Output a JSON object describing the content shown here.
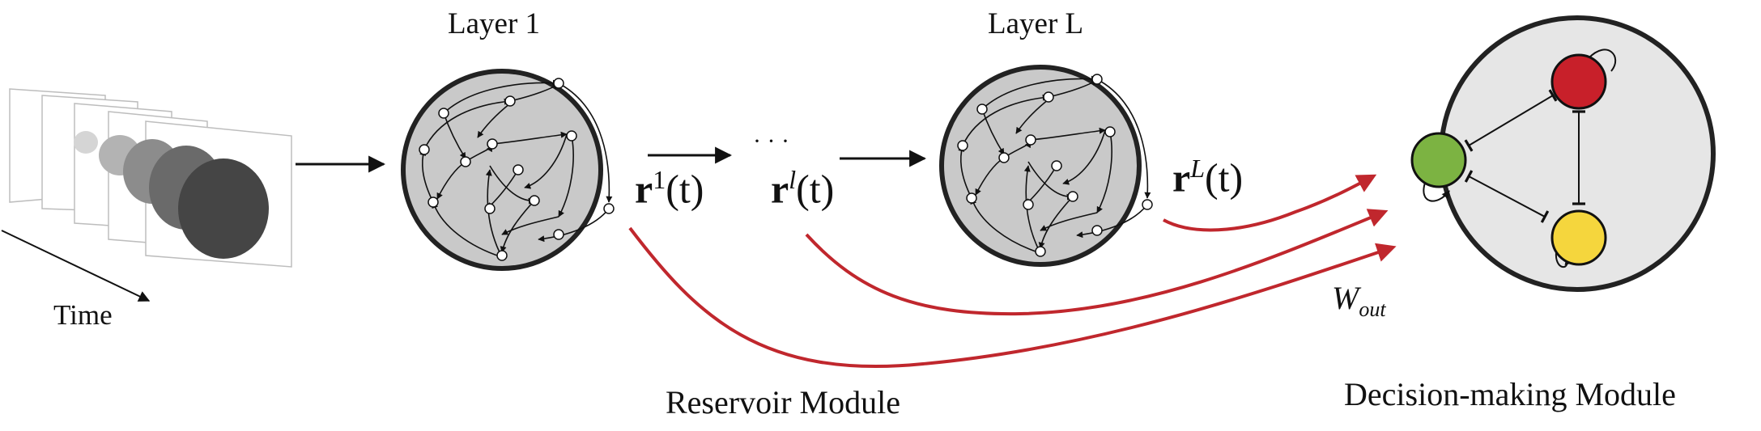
{
  "labels": {
    "time": "Time",
    "layer1": "Layer 1",
    "layerL": "Layer L",
    "reservoir_module": "Reservoir Module",
    "decision_module": "Decision-making Module",
    "ellipsis": "· · ·",
    "r1_base": "r",
    "r1_sup": "1",
    "r1_arg": "(t)",
    "rl_base": "r",
    "rl_sup": "l",
    "rl_arg": "(t)",
    "rL_base": "r",
    "rL_sup": "L",
    "rL_arg": "(t)",
    "wout_base": "W",
    "wout_sub": "out"
  },
  "colors": {
    "readout_arrow": "#c0272d",
    "reservoir_fill": "#c9c9c9",
    "decision_fill": "#e6e6e6",
    "node_red": "#c8202a",
    "node_green": "#7cb342",
    "node_yellow": "#f5d63d"
  }
}
